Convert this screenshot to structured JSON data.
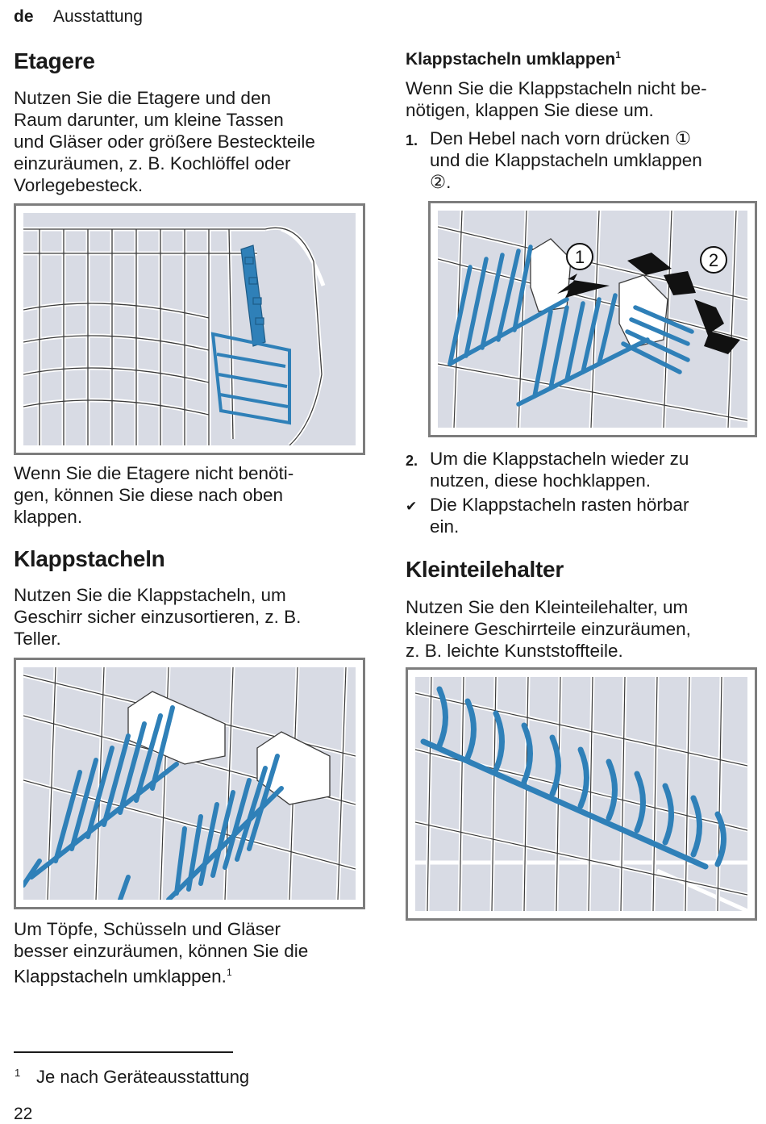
{
  "header": {
    "lang": "de",
    "section": "Ausstattung"
  },
  "left": {
    "etagere": {
      "title": "Etagere",
      "intro": [
        "Nutzen Sie die Etagere und den",
        "Raum darunter, um kleine Tassen",
        "und Gläser oder größere Besteckteile",
        "einzuräumen, z. B. Kochlöffel oder",
        "Vorlegebesteck."
      ],
      "after": [
        "Wenn Sie die Etagere nicht benöti-",
        "gen, können Sie diese nach oben",
        "klappen."
      ]
    },
    "klappstacheln": {
      "title": "Klappstacheln",
      "intro": [
        "Nutzen Sie die Klappstacheln, um",
        "Geschirr sicher einzusortieren, z. B.",
        "Teller."
      ],
      "after": [
        "Um Töpfe, Schüsseln und Gläser",
        "besser einzuräumen, können Sie die",
        "Klappstacheln umklappen."
      ],
      "after_footnote": "1"
    }
  },
  "right": {
    "umklappen": {
      "title": "Klappstacheln umklappen",
      "title_footnote": "1",
      "intro": [
        "Wenn Sie die Klappstacheln nicht be-",
        "nötigen, klappen Sie diese um."
      ],
      "step1_num": "1.",
      "step1": [
        "Den Hebel nach vorn drücken ①",
        "und die Klappstacheln umklappen",
        "②."
      ],
      "callout1": "1",
      "callout2": "2",
      "step2_num": "2.",
      "step2": [
        "Um die Klappstacheln wieder zu",
        "nutzen, diese hochklappen."
      ],
      "result_mark": "✔",
      "result": [
        "Die Klappstacheln rasten hörbar",
        "ein."
      ]
    },
    "kleinteile": {
      "title": "Kleinteilehalter",
      "intro": [
        "Nutzen Sie den Kleinteilehalter, um",
        "kleinere Geschirrteile einzuräumen,",
        "z. B. leichte Kunststoffteile."
      ]
    }
  },
  "footnote": {
    "mark": "1",
    "text": "Je nach Geräteausstattung"
  },
  "page_number": "22",
  "colors": {
    "accent_blue": "#2f80b8",
    "figure_bg": "#d8dbe4",
    "frame": "#7d7d7d"
  }
}
